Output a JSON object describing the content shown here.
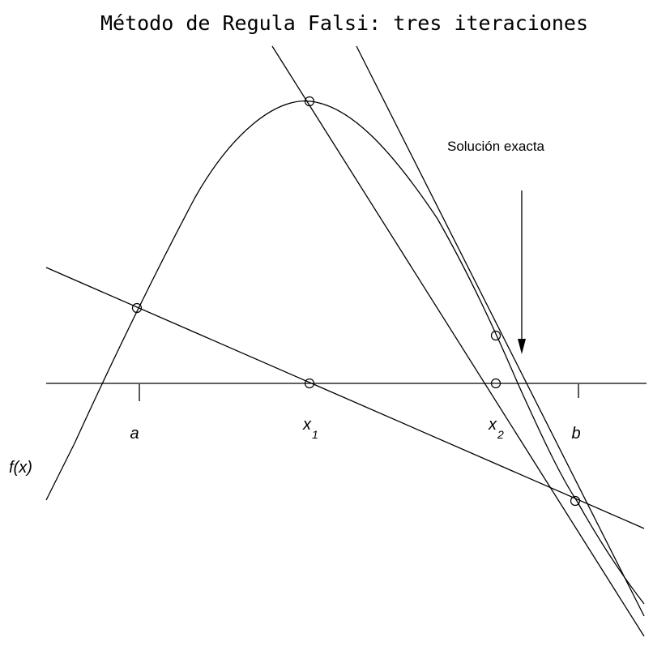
{
  "title": "Método de Regula Falsi: tres iteraciones",
  "labels": {
    "a": "a",
    "x1_base": "x",
    "x1_sub": "1",
    "x2_base": "x",
    "x2_sub": "2",
    "b": "b",
    "fx": "f(x)",
    "exact": "Solución exacta"
  }
}
